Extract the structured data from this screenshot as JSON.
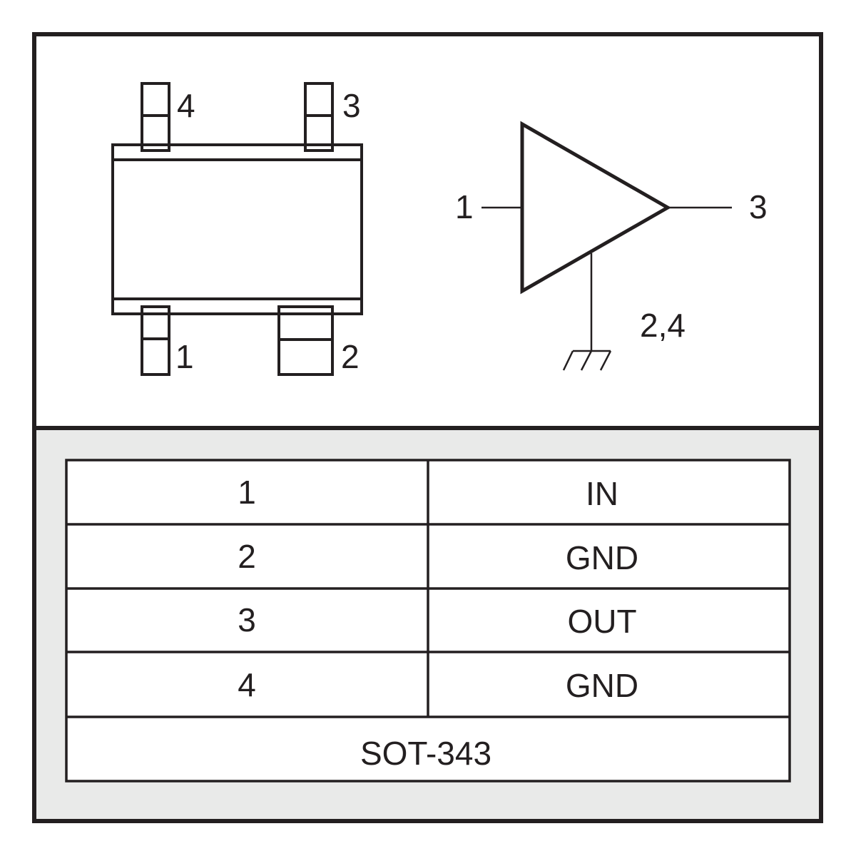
{
  "package_drawing": {
    "pin_labels": [
      "4",
      "3",
      "1",
      "2"
    ]
  },
  "schematic": {
    "input_label": "1",
    "output_label": "3",
    "ground_label": "2,4"
  },
  "pin_table": {
    "rows": [
      {
        "pin": "1",
        "function": "IN"
      },
      {
        "pin": "2",
        "function": "GND"
      },
      {
        "pin": "3",
        "function": "OUT"
      },
      {
        "pin": "4",
        "function": "GND"
      }
    ],
    "package": "SOT-343"
  },
  "colors": {
    "line": "#231f20",
    "table_background": "#e9eae9"
  }
}
